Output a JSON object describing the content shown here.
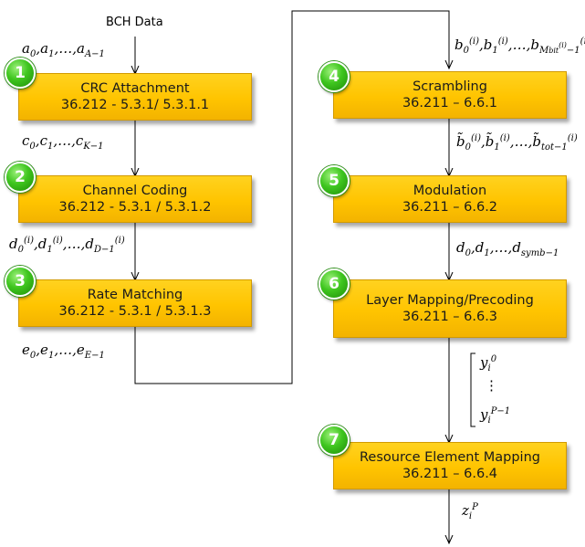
{
  "input_label": "BCH Data",
  "blocks": [
    {
      "number": "1",
      "title": "CRC Attachment",
      "ref": "36.212 - 5.3.1/ 5.3.1.1"
    },
    {
      "number": "2",
      "title": "Channel Coding",
      "ref": "36.212 - 5.3.1 / 5.3.1.2"
    },
    {
      "number": "3",
      "title": "Rate Matching",
      "ref": "36.212 - 5.3.1 / 5.3.1.3"
    },
    {
      "number": "4",
      "title": "Scrambling",
      "ref": "36.211 – 6.6.1"
    },
    {
      "number": "5",
      "title": "Modulation",
      "ref": "36.211 – 6.6.2"
    },
    {
      "number": "6",
      "title": "Layer Mapping/Precoding",
      "ref": "36.211 – 6.6.3"
    },
    {
      "number": "7",
      "title": "Resource Element Mapping",
      "ref": "36.211 – 6.6.4"
    }
  ],
  "signals": {
    "a": {
      "base": "a",
      "i0": "0",
      "i1": "1",
      "last": "A−1"
    },
    "c": {
      "base": "c",
      "i0": "0",
      "i1": "1",
      "last": "K−1"
    },
    "d": {
      "base": "d",
      "i0": "0",
      "i1": "1",
      "last": "D−1",
      "sup": "(i)"
    },
    "e": {
      "base": "e",
      "i0": "0",
      "i1": "1",
      "last": "E−1"
    },
    "b": {
      "base": "b",
      "i0": "0",
      "i1": "1",
      "last": "M",
      "last_sub": "bit",
      "last_sup": "(i)",
      "suffix": "−1",
      "sup": "(i)"
    },
    "bt": {
      "base": "b̃",
      "i0": "0",
      "i1": "1",
      "last": "tot−1",
      "sup": "(i)"
    },
    "dm": {
      "base": "d",
      "i0": "0",
      "i1": "1",
      "last": "symb−1"
    },
    "y": {
      "base": "y",
      "sub": "i",
      "top_sup": "0",
      "dots": "⋮",
      "bottom_sup": "P−1"
    },
    "z": {
      "base": "z",
      "sub": "i",
      "sup": "P"
    }
  },
  "separator": ",",
  "ellipsis": "…"
}
